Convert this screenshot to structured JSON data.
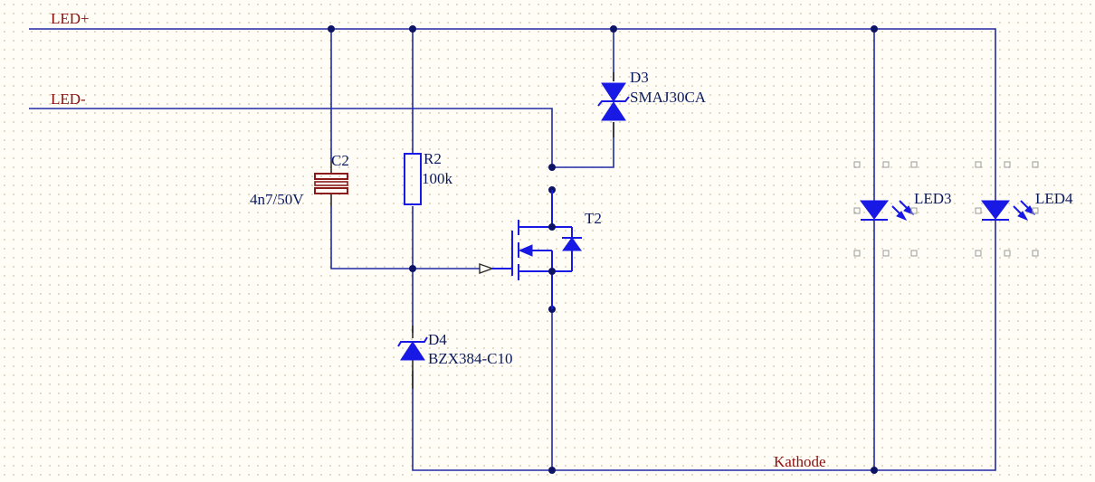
{
  "nets": {
    "led_plus": "LED+",
    "led_minus": "LED-",
    "kathode": "Kathode"
  },
  "components": {
    "c2": {
      "ref": "C2",
      "value": "4n7/50V"
    },
    "r2": {
      "ref": "R2",
      "value": "100k"
    },
    "d3": {
      "ref": "D3",
      "value": "SMAJ30CA"
    },
    "d4": {
      "ref": "D4",
      "value": "BZX384-C10"
    },
    "t2": {
      "ref": "T2"
    },
    "led3": {
      "ref": "LED3"
    },
    "led4": {
      "ref": "LED4"
    }
  },
  "colors": {
    "background": "#fffdf5",
    "grid_dot": "#c9c3a6",
    "wire": "#1f2aa6",
    "component": "#1919e6",
    "net_label": "#8b1010",
    "designator": "#0a1a60",
    "capacitor": "#8b1a1a"
  }
}
